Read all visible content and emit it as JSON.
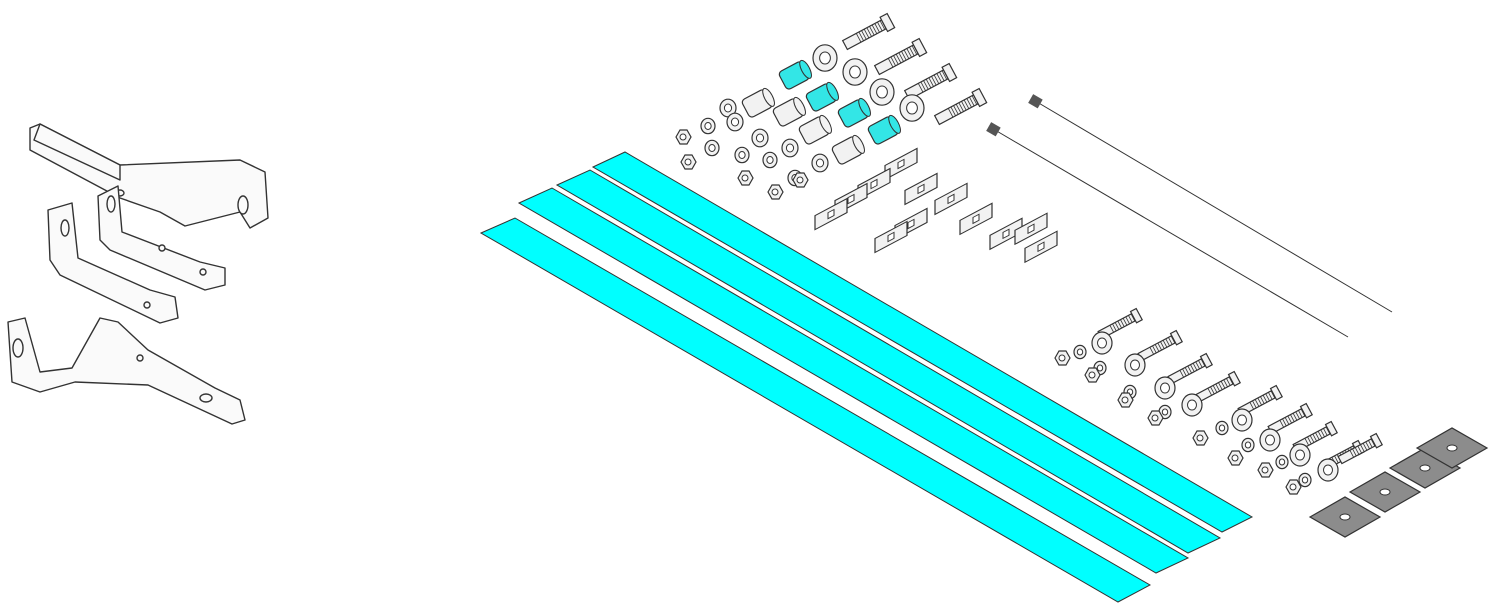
{
  "diagram": {
    "colors": {
      "strip": "#00ffff",
      "spacer": "#33e6e6",
      "outline": "#333333",
      "part_fill": "#f2f2f2",
      "plate": "#8c8c8c"
    },
    "counts": {
      "mounting_brackets": 3,
      "cyan_strips": 4,
      "cyan_spacers": 4,
      "threaded_rods": 2,
      "square_plates": 4
    }
  }
}
